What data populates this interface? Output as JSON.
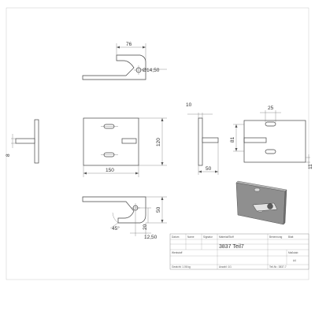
{
  "drawing": {
    "dimensions": {
      "top_width": "76",
      "hole_dia": "Ø14,50",
      "side_thickness": "8",
      "front_height": "120",
      "front_width": "150",
      "right_thickness": "10",
      "right_width": "50",
      "right_slot_offset": "25",
      "right_height": "81",
      "right_bottom": "11",
      "bottom_height": "50",
      "bottom_offset": "20",
      "bottom_edge": "12,50",
      "bottom_angle": "45°"
    }
  },
  "title_block": {
    "row1": [
      "Datum",
      "Name",
      "Signatur",
      "Material/Stoff",
      "Benennung",
      "Blatt"
    ],
    "row2": [
      "",
      "",
      "",
      "",
      "",
      ""
    ],
    "title": "3837 Teil7",
    "material_label": "Werkstoff",
    "size_label": "Maßstab",
    "size_value": "A4",
    "foot": [
      "Gewicht: 1.06 kg",
      "Anzahl: 1/1",
      "Teil-Nr.: 3837-7"
    ]
  }
}
